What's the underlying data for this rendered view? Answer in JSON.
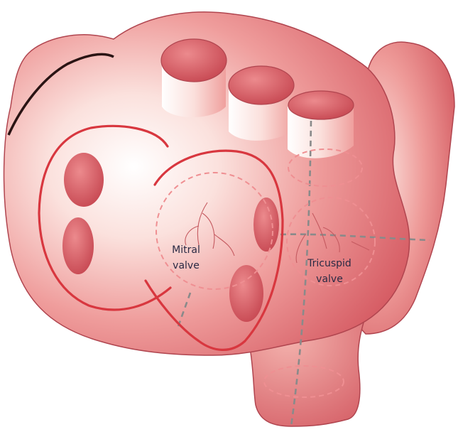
{
  "labels": {
    "mitral_line1": "Mitral",
    "mitral_line2": "valve",
    "tricuspid_line1": "Tricuspid",
    "tricuspid_line2": "valve"
  },
  "colors": {
    "tissue_base": "#e26f73",
    "tissue_highlight": "#fde9e6",
    "outline": "#b0454f",
    "incision": "#d8373f",
    "dashed_guide": "#8a8a8a",
    "valve_dash": "#ef8f92",
    "label_text": "#2a2a44"
  }
}
